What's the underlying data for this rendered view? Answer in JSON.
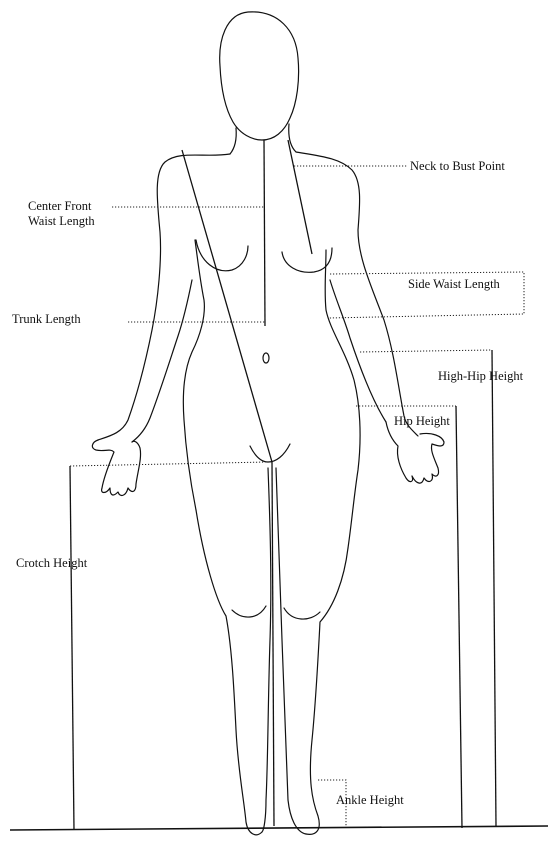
{
  "labels": {
    "neck_to_bust_point": "Neck to Bust Point",
    "center_front_line1": "Center Front",
    "center_front_line2": "Waist Length",
    "side_waist_length": "Side Waist Length",
    "trunk_length": "Trunk Length",
    "high_hip_height": "High-Hip Height",
    "hip_height": "Hip Height",
    "crotch_height": "Crotch Height",
    "ankle_height": "Ankle Height"
  }
}
